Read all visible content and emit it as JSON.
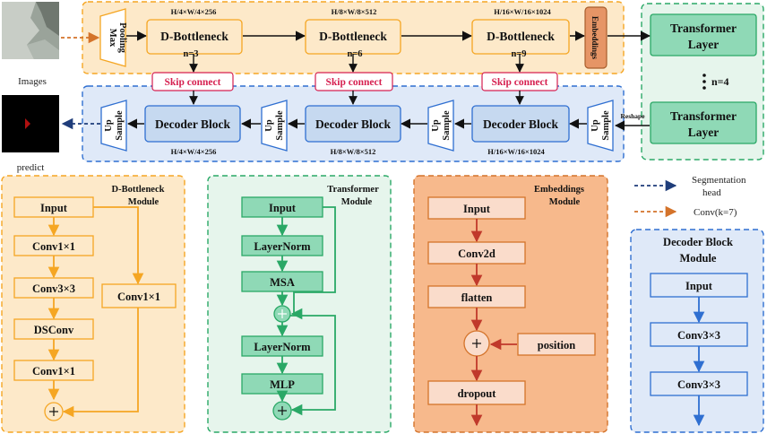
{
  "images_label": "Images",
  "predict_label": "predict",
  "maxpool_label": [
    "Max",
    "Pooling"
  ],
  "encoder": {
    "blocks": [
      {
        "title": "D-Bottleneck",
        "n": "n=3",
        "dim": "H/4×W/4×256"
      },
      {
        "title": "D-Bottleneck",
        "n": "n=6",
        "dim": "H/8×W/8×512"
      },
      {
        "title": "D-Bottleneck",
        "n": "n=9",
        "dim": "H/16×W/16×1024"
      }
    ],
    "embeddings": "Embeddings"
  },
  "skip_connect": "Skip connect",
  "decoder": {
    "blocks": [
      {
        "title": "Decoder Block",
        "dim": "H/4×W/4×256"
      },
      {
        "title": "Decoder Block",
        "dim": "H/8×W/8×512"
      },
      {
        "title": "Decoder Block",
        "dim": "H/16×W/16×1024"
      }
    ],
    "upsample": [
      "Up",
      "Sample"
    ],
    "reshape": "Reshape"
  },
  "transformer_layer": [
    "Transformer",
    "Layer"
  ],
  "n4": "n=4",
  "legend": {
    "seg_head": [
      "Segmentation",
      "head"
    ],
    "conv": "Conv(k=7)"
  },
  "dbottleneck_module": {
    "title": [
      "D-Bottleneck",
      "Module"
    ],
    "input": "Input",
    "left": [
      "Conv1×1",
      "Conv3×3",
      "DSConv",
      "Conv1×1"
    ],
    "right": "Conv1×1"
  },
  "transformer_module": {
    "title": [
      "Transformer",
      "Module"
    ],
    "nodes": [
      "Input",
      "LayerNorm",
      "MSA",
      "LayerNorm",
      "MLP"
    ]
  },
  "embeddings_module": {
    "title": [
      "Embeddings",
      "Module"
    ],
    "nodes": [
      "Input",
      "Conv2d",
      "flatten",
      "dropout"
    ],
    "position": "position"
  },
  "decoder_module": {
    "title": [
      "Decoder Block",
      "Module"
    ],
    "nodes": [
      "Input",
      "Conv3×3",
      "Conv3×3"
    ]
  },
  "colors": {
    "orange_panel": "#fde9c9",
    "orange_border": "#f5a623",
    "blue_panel": "#dfe9f8",
    "blue_border": "#2f6fd1",
    "green_panel": "#e6f5ec",
    "green_border": "#2aa866",
    "green_box": "#8fd9b6",
    "salmon_panel": "#f7b98c",
    "salmon_box": "#fadccb",
    "red_arrow": "#c0392b",
    "skip_pink": "#d62050",
    "decoder_box": "#c6d9f0",
    "navy_dash": "#1f3d7a",
    "conv_dash": "#d4732a"
  }
}
